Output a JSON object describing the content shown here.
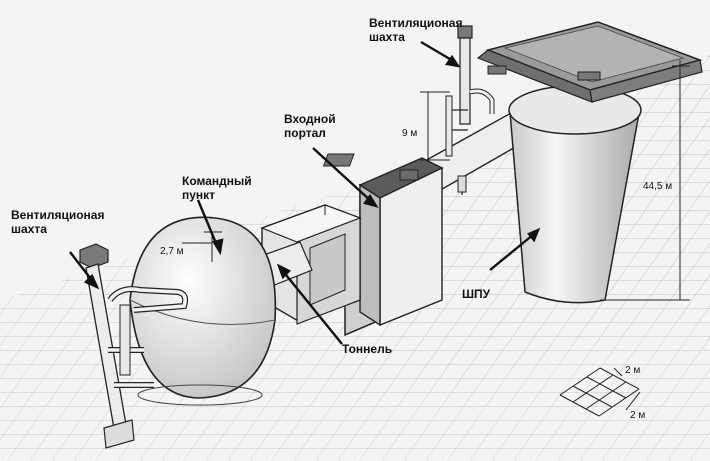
{
  "labels": {
    "vent_right": "Вентиляционая шахта",
    "vent_left": "Вентиляционая шахта",
    "portal": "Входной портал",
    "command": "Командный пункт",
    "tunnel": "Тоннель",
    "shpu": "ШПУ"
  },
  "dimensions": {
    "portal_shaft_height": "9 м",
    "dome_height": "2,7 м",
    "silo_depth": "44,5 м",
    "grid_a": "2 м",
    "grid_b": "2 м"
  },
  "colors": {
    "line": "#222222",
    "grid": "#b9b9b9",
    "fill_light": "#f2f2f2",
    "fill_mid": "#d9d9d9",
    "fill_dark": "#8a8a8a"
  }
}
